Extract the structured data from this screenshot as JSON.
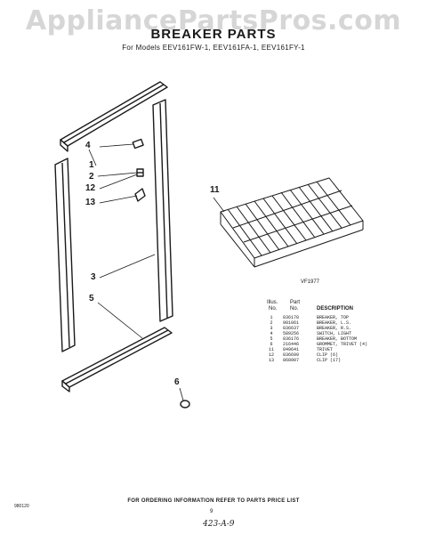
{
  "watermark": "AppliancePartsPros.com",
  "header": {
    "title": "BREAKER PARTS",
    "subtitle": "For Models EEV161FW-1, EEV161FA-1, EEV161FY-1"
  },
  "callouts": {
    "c4": "4",
    "c1": "1",
    "c2": "2",
    "c12": "12",
    "c13": "13",
    "c3": "3",
    "c5": "5",
    "c11": "11",
    "c6": "6"
  },
  "figure_code": "VF1977",
  "parts_table": {
    "header_illus": "Illus.",
    "header_no": "No.",
    "header_part": "Part",
    "header_no2": "No.",
    "header_description": "DESCRIPTION",
    "rows": [
      {
        "num": "1",
        "part": "836178",
        "desc": "BREAKER, TOP"
      },
      {
        "num": "2",
        "part": "981061",
        "desc": "BREAKER, L.S."
      },
      {
        "num": "3",
        "part": "836637",
        "desc": "BREAKER, R.S."
      },
      {
        "num": "4",
        "part": "589256",
        "desc": "SWITCH, LIGHT"
      },
      {
        "num": "5",
        "part": "836176",
        "desc": "BREAKER, BOTTOM"
      },
      {
        "num": "6",
        "part": "216446",
        "desc": "GROMMET, TRIVET (4)"
      },
      {
        "num": "11",
        "part": "849641",
        "desc": "TRIVET"
      },
      {
        "num": "12",
        "part": "836699",
        "desc": "CLIP (6)"
      },
      {
        "num": "13",
        "part": "868907",
        "desc": "CLIP (17)"
      }
    ]
  },
  "footer": "FOR ORDERING INFORMATION REFER TO PARTS PRICE LIST",
  "page_number": "9",
  "doc_code": "980120",
  "handwritten_note": "423-A-9"
}
